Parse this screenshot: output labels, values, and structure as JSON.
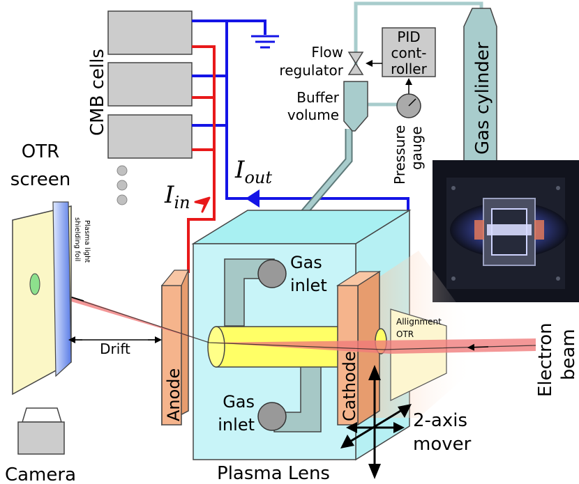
{
  "labels": {
    "cmb_cells": "CMB cells",
    "otr_screen_line1": "OTR",
    "otr_screen_line2": "screen",
    "foil_line1": "Plasma light",
    "foil_line2": "shielding foil",
    "camera": "Camera",
    "drift": "Drift",
    "anode": "Anode",
    "cathode": "Cathode",
    "gas_inlet_top_line1": "Gas",
    "gas_inlet_top_line2": "inlet",
    "gas_inlet_bottom_line1": "Gas",
    "gas_inlet_bottom_line2": "inlet",
    "plasma_lens": "Plasma Lens",
    "alignment_otr_line1": "Allignment",
    "alignment_otr_line2": "OTR",
    "electron_beam_line1": "Electron",
    "electron_beam_line2": "beam",
    "mover_line1": "2-axis",
    "mover_line2": "mover",
    "i_in_base": "I",
    "i_in_sub": "in",
    "i_out_base": "I",
    "i_out_sub": "out",
    "flow_regulator_line1": "Flow",
    "flow_regulator_line2": "regulator",
    "pid_line1": "PID",
    "pid_line2": "cont-",
    "pid_line3": "roller",
    "buffer_volume_line1": "Buffer",
    "buffer_volume_line2": "volume",
    "pressure_gauge_line1": "Pressure",
    "pressure_gauge_line2": "gauge",
    "gas_cylinder": "Gas cylinder"
  },
  "colors": {
    "wire_in": "#e8191a",
    "wire_out": "#1414e6",
    "gas_pipe": "#a8cccc",
    "lens_body": "#c8f4f8",
    "electrode": "#f5b48c",
    "beam": "#f07a7a",
    "capillary": "#ffff66"
  }
}
